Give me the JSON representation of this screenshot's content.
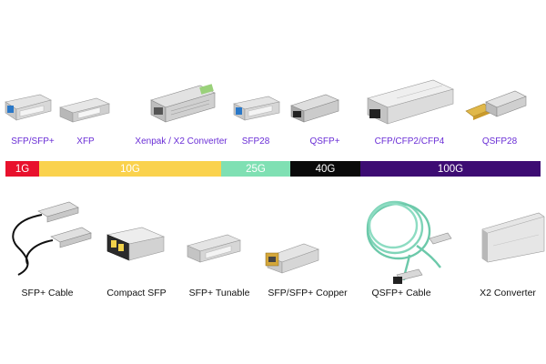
{
  "top_products": [
    {
      "label": "SFP/SFP+",
      "icon": "sfp-module-icon"
    },
    {
      "label": "XFP",
      "icon": "xfp-module-icon"
    },
    {
      "label": "Xenpak / X2 Converter",
      "icon": "xenpak-module-icon"
    },
    {
      "label": "SFP28",
      "icon": "sfp28-module-icon"
    },
    {
      "label": "QSFP+",
      "icon": "qsfp-module-icon"
    },
    {
      "label": "CFP/CFP2/CFP4",
      "icon": "cfp-module-icon"
    },
    {
      "label": "QSFP28",
      "icon": "qsfp28-module-icon"
    }
  ],
  "speed_bands": [
    {
      "label": "1G",
      "color": "#e8112d",
      "text_color": "#ffffff"
    },
    {
      "label": "10G",
      "color": "#fad24d",
      "text_color": "#ffffff"
    },
    {
      "label": "25G",
      "color": "#7fe0b3",
      "text_color": "#ffffff"
    },
    {
      "label": "40G",
      "color": "#0a0a0a",
      "text_color": "#ffffff"
    },
    {
      "label": "100G",
      "color": "#3d0c73",
      "text_color": "#ffffff"
    }
  ],
  "bottom_products": [
    {
      "label": "SFP+ Cable",
      "icon": "dac-cable-icon"
    },
    {
      "label": "Compact SFP",
      "icon": "compact-sfp-icon"
    },
    {
      "label": "SFP+ Tunable",
      "icon": "tunable-sfp-icon"
    },
    {
      "label": "SFP/SFP+ Copper",
      "icon": "copper-sfp-icon"
    },
    {
      "label": "QSFP+ Cable",
      "icon": "aoc-cable-icon"
    },
    {
      "label": "X2 Converter",
      "icon": "x2-converter-icon"
    }
  ]
}
